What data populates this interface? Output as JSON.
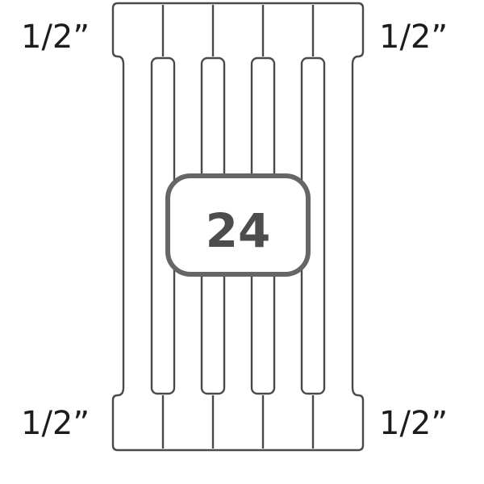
{
  "connections": {
    "top_left": "1/2”",
    "top_right": "1/2”",
    "bottom_left": "1/2”",
    "bottom_right": "1/2”"
  },
  "radiator": {
    "section_count": "24",
    "outline_color": "#4a4a4a",
    "badge_border_color": "#666666",
    "badge_text_color": "#4d4d4d"
  }
}
